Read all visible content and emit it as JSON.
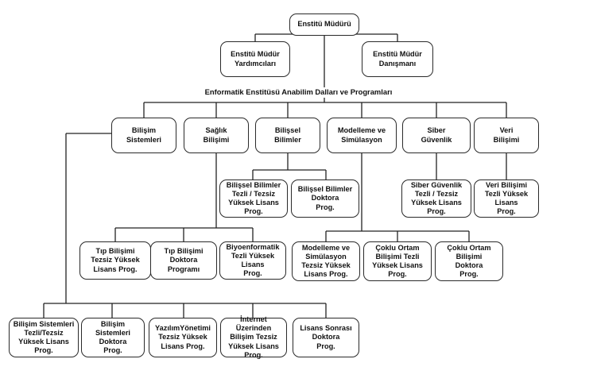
{
  "director": "Enstitü Müdürü",
  "assistants": "Enstitü Müdür\nYardımcıları",
  "advisors": "Enstitü Müdür\nDanışmanı",
  "departments_heading": "Enformatik Enstitüsü Anabilim Dalları ve Programları",
  "departments": {
    "bilisim": "Bilişim\nSistemleri",
    "saglik": "Sağlık\nBilişimi",
    "bilissel": "Bilişsel\nBilimler",
    "modelleme": "Modelleme ve\nSimülasyon",
    "siber": "Siber\nGüvenlik",
    "veri": "Veri\nBilişimi"
  },
  "programs": {
    "bilissel_ms": "Bilişsel Bilimler\nTezli / Tezsiz\nYüksek Lisans\nProg.",
    "bilissel_phd": "Bilişsel Bilimler\nDoktora\nProg.",
    "siber_ms": "Siber Güvenlik\nTezli / Tezsiz\nYüksek Lisans\nProg.",
    "veri_ms": "Veri Bilişimi\nTezli Yüksek\nLisans\nProg.",
    "tip_ms": "Tıp Bilişimi\nTezsiz Yüksek\nLisans Prog.",
    "tip_phd": "Tıp Bilişimi\nDoktora\nProgramı",
    "biyo_ms": "Biyoenformatik\nTezli Yüksek\nLisans\nProg.",
    "model_ms": "Modelleme ve\nSimülasyon\nTezsiz Yüksek\nLisans Prog.",
    "coklu_ms": "Çoklu Ortam\nBilişimi Tezli\nYüksek Lisans\nProg.",
    "coklu_phd": "Çoklu Ortam\nBilişimi\nDoktora\nProg.",
    "bs_ms": "Bilişim Sistemleri\nTezli/Tezsiz\nYüksek Lisans\nProg.",
    "bs_phd": "Bilişim\nSistemleri\nDoktora\nProg.",
    "yazilim_ms": "YazılımYönetimi\nTezsiz Yüksek\nLisans Prog.",
    "internet_ms": "İnternet Üzerinden\nBilişim Tezsiz\nYüksek Lisans\nProg.",
    "lisans_sonrasi": "Lisans Sonrası\nDoktora\nProg."
  }
}
